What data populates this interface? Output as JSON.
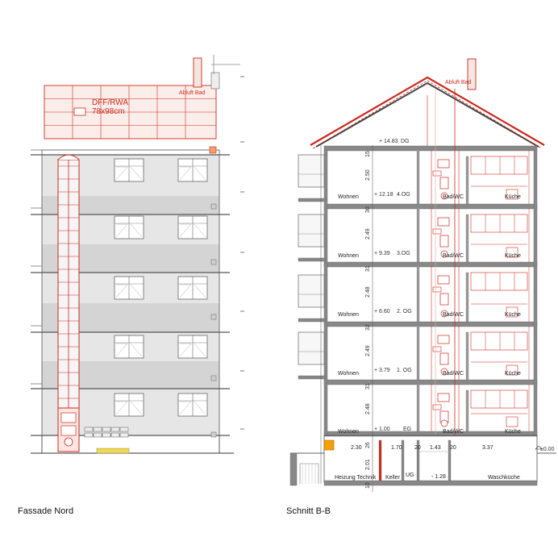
{
  "captions": {
    "facade": "Fassade Nord",
    "section": "Schnitt B-B"
  },
  "facade": {
    "roof_label_line1": "DFF/RWA",
    "roof_label_line2": "78x98cm",
    "exhaust_label": "Abluft Bad"
  },
  "section": {
    "exhaust_label": "Abluft Bad",
    "zero_level": "±0.00",
    "floors": [
      {
        "level": "+ 14.83",
        "name": "DG",
        "slab": "15",
        "height": ""
      },
      {
        "level": "+ 12.18",
        "name": "4.OG",
        "slab": "30",
        "height": "2.50"
      },
      {
        "level": "+ 9.39",
        "name": "3.OG",
        "slab": "31",
        "height": "2.49"
      },
      {
        "level": "+ 6.60",
        "name": "2. OG",
        "slab": "32",
        "height": "2.48"
      },
      {
        "level": "+ 3.79",
        "name": "1. OG",
        "slab": "31",
        "height": "2.49"
      },
      {
        "level": "+ 1.00",
        "name": "EG",
        "slab": "26",
        "height": "2.48"
      }
    ],
    "room_labels": {
      "living": "Wohnen",
      "bath": "Bad/WC",
      "kitchen": "Küche"
    },
    "basement": {
      "widths": [
        "2.30",
        "1.70",
        "20",
        "1.43",
        "20",
        "3.37"
      ],
      "height": "2.01",
      "bottom_slab": "10",
      "level": "- 1.28",
      "level_name": "UG",
      "rooms": [
        "Heizung Technik",
        "Keller",
        "Waschküche"
      ]
    }
  },
  "colors": {
    "red": "#cc2a1e",
    "grey": "#8a8a8a",
    "band": "#d9d9d9",
    "light": "#ededed"
  }
}
